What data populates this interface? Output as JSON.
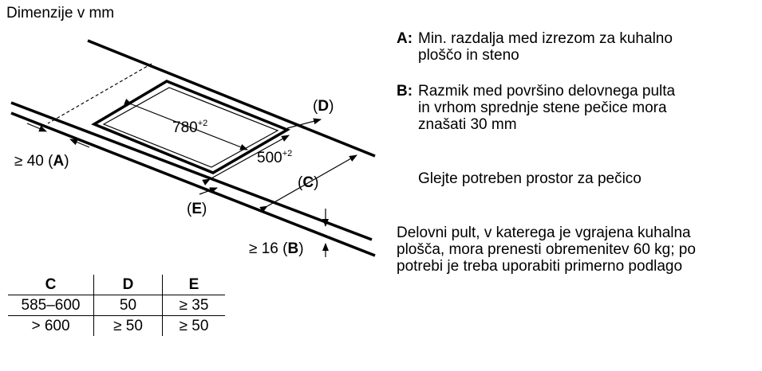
{
  "title": "Dimenzije v mm",
  "labels": {
    "dim_780": "780",
    "dim_780_tol": "+2",
    "dim_500": "500",
    "dim_500_tol": "+2",
    "A": "≥ 40 (A)",
    "A_prefix": "≥ 40 (",
    "A_key": "A",
    "A_suffix": ")",
    "B_prefix": "≥ 16 (",
    "B_key": "B",
    "B_suffix": ")",
    "C_prefix": "(",
    "C_key": "C",
    "C_suffix": ")",
    "D_prefix": "(",
    "D_key": "D",
    "D_suffix": ")",
    "E_prefix": "(",
    "E_key": "E",
    "E_suffix": ")"
  },
  "legend": {
    "a_key": "A:",
    "a_line1": "Min. razdalja med izrezom za kuhalno",
    "a_line2": "ploščo in steno",
    "b_key": "B:",
    "b_line1": "Razmik med površino delovnega pulta",
    "b_line2": "in vrhom sprednje stene pečice mora",
    "b_line3": "znašati 30 mm",
    "c_text": "Glejte potreben prostor za pečico",
    "d_line1": "Delovni pult, v katerega je vgrajena kuhalna",
    "d_line2": "plošča, mora prenesti obremenitev 60 kg; po",
    "d_line3": "potrebi je treba uporabiti primerno podlago"
  },
  "table": {
    "headers": [
      "C",
      "D",
      "E"
    ],
    "rows": [
      [
        "585–600",
        "50",
        "≥ 35"
      ],
      [
        "> 600",
        "≥ 50",
        "≥ 50"
      ]
    ]
  }
}
